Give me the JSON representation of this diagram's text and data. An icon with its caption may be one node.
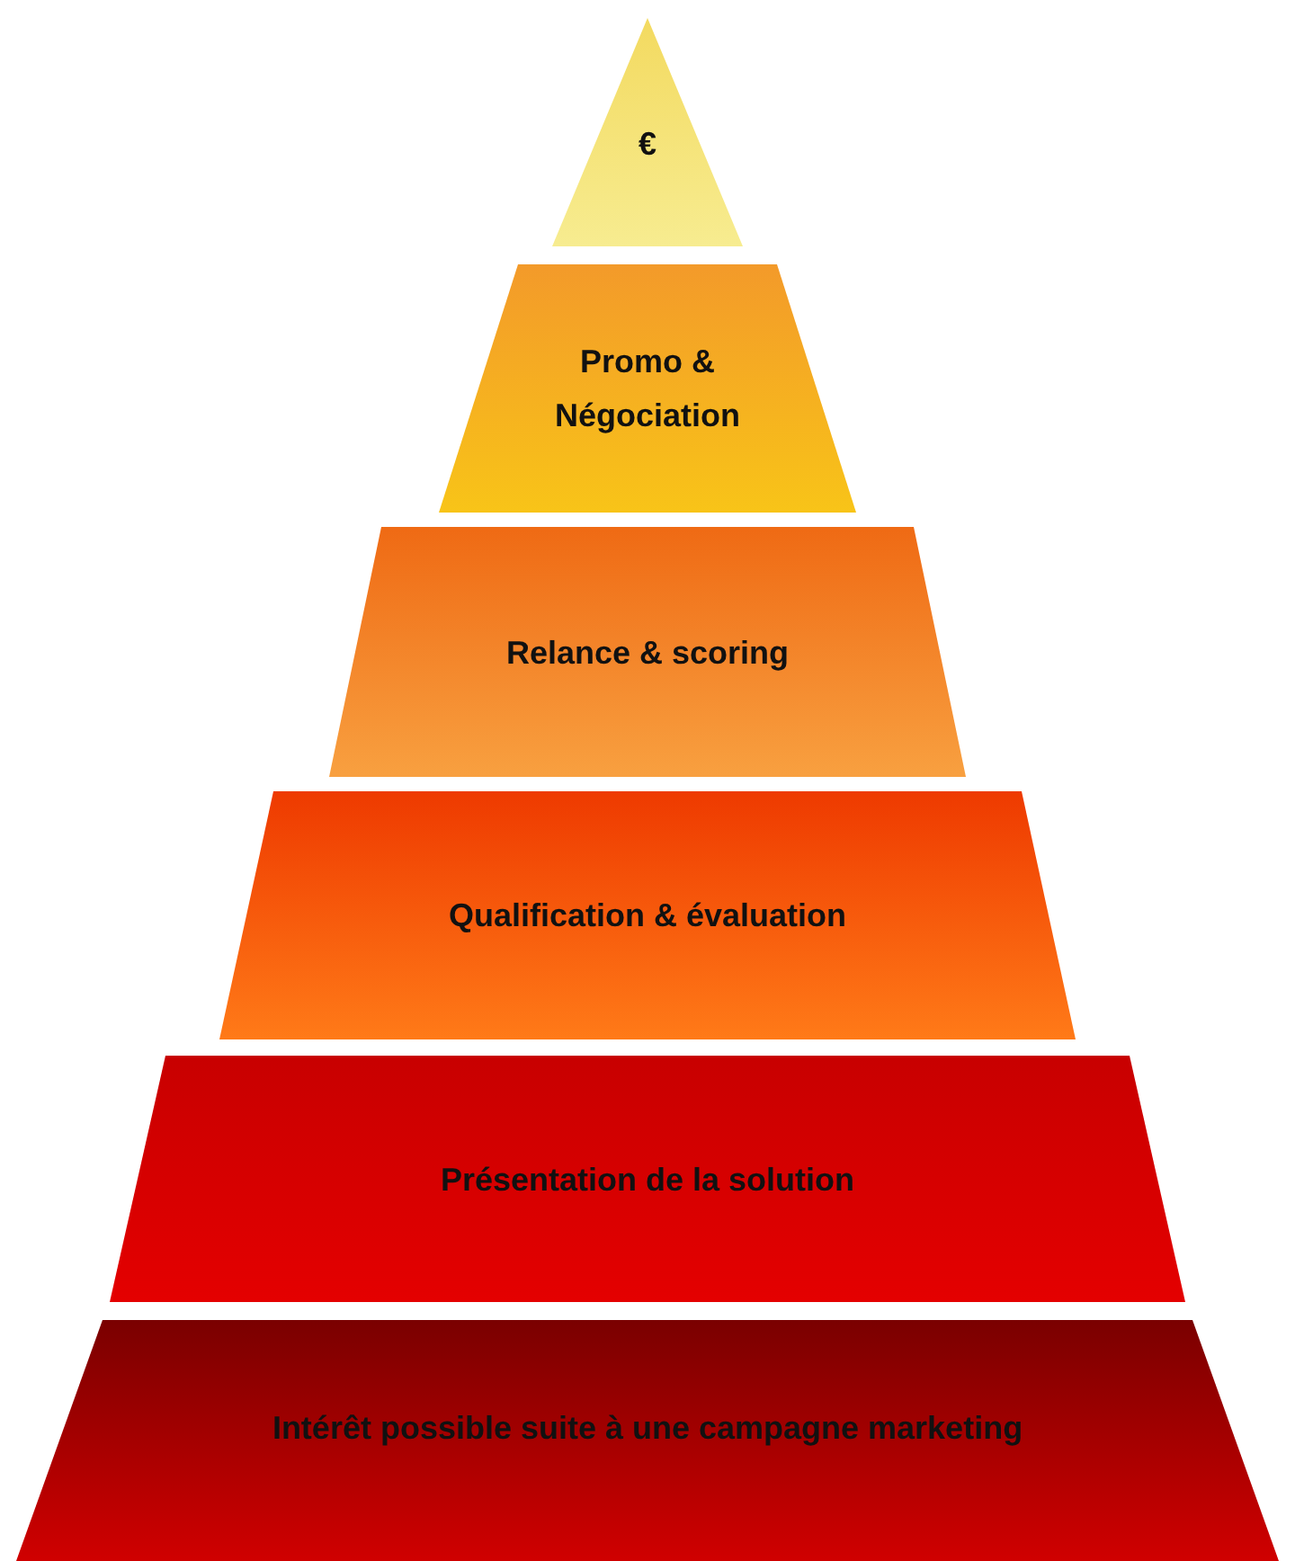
{
  "diagram": {
    "nodes": [
      {
        "text": [
          "€"
        ]
      },
      {
        "text": [
          "Promo & Négociation"
        ]
      },
      {
        "text": [
          "Relance & scoring"
        ]
      },
      {
        "text": [
          "Qualification & évaluation"
        ]
      },
      {
        "text": [
          "Présentation de la solution"
        ]
      },
      {
        "text": [
          "Intérêt possible suite à une campagne marketing"
        ]
      }
    ]
  }
}
